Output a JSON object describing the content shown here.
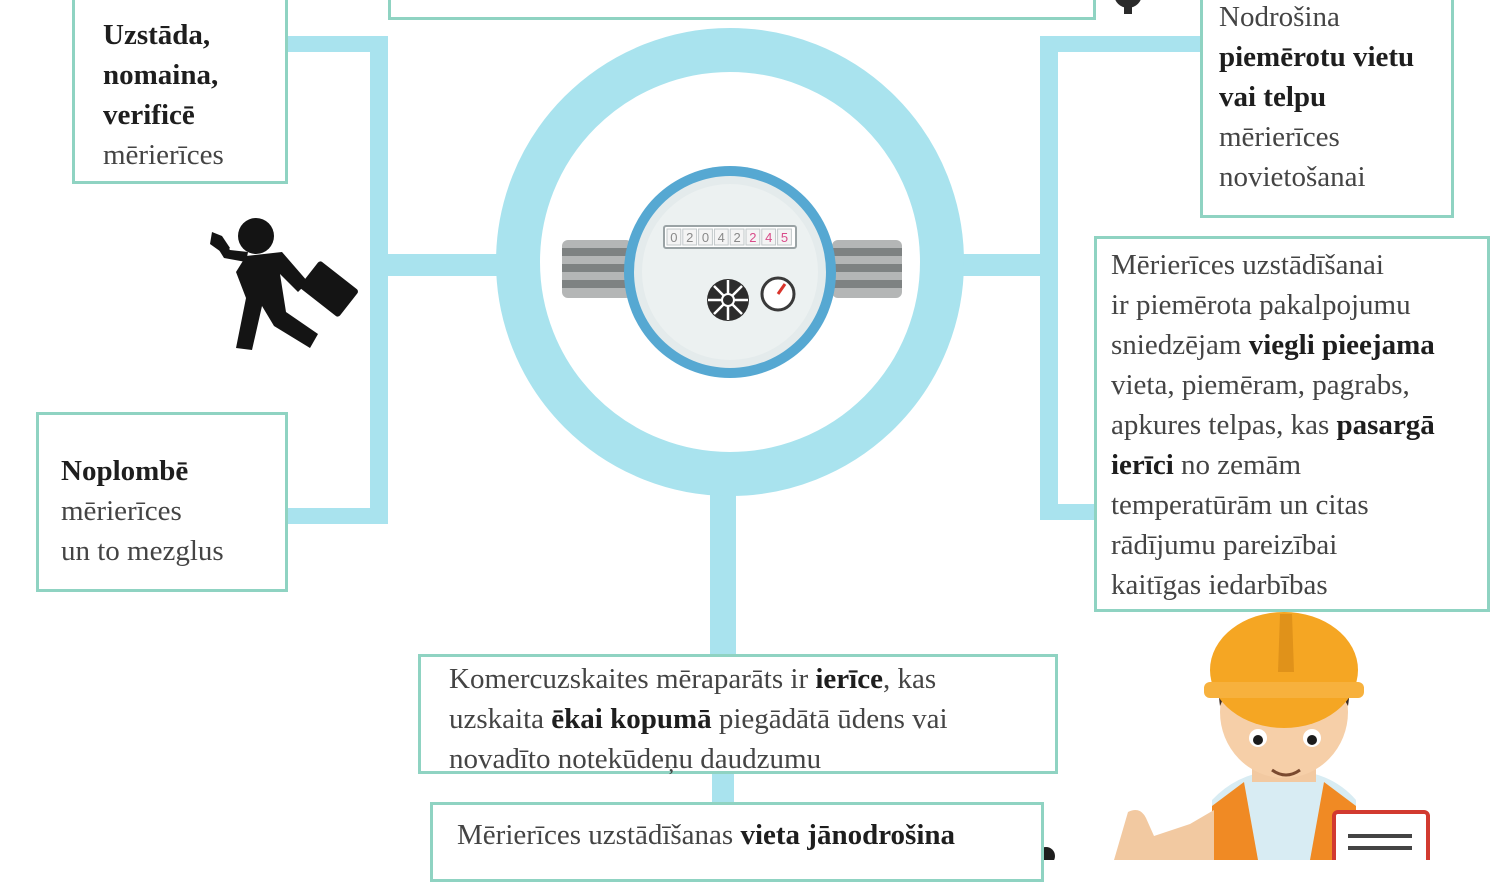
{
  "boxes": {
    "top_center": {
      "lines": [
        [
          {
            "t": "",
            "b": false
          }
        ]
      ]
    },
    "top_left": {
      "lines": [
        [
          {
            "t": "Uzstāda,",
            "b": true
          }
        ],
        [
          {
            "t": "nomaina,",
            "b": true
          }
        ],
        [
          {
            "t": "verificē",
            "b": true
          }
        ],
        [
          {
            "t": "mērierīces",
            "b": false
          }
        ]
      ]
    },
    "mid_left": {
      "lines": [
        [
          {
            "t": "Noplombē",
            "b": true
          }
        ],
        [
          {
            "t": "mērierīces",
            "b": false
          }
        ],
        [
          {
            "t": "un to mezglus",
            "b": false
          }
        ]
      ]
    },
    "top_right": {
      "lines": [
        [
          {
            "t": "Nodrošina",
            "b": false
          }
        ],
        [
          {
            "t": "piemērotu vietu",
            "b": true
          }
        ],
        [
          {
            "t": "vai telpu",
            "b": true
          }
        ],
        [
          {
            "t": "mērierīces",
            "b": false
          }
        ],
        [
          {
            "t": "novietošanai",
            "b": false
          }
        ]
      ]
    },
    "mid_right": {
      "lines": [
        [
          {
            "t": "Mērierīces uzstādīšanai",
            "b": false
          }
        ],
        [
          {
            "t": "ir piemērota pakalpojumu",
            "b": false
          }
        ],
        [
          {
            "t": "sniedzējam ",
            "b": false
          },
          {
            "t": "viegli pieejama",
            "b": true
          }
        ],
        [
          {
            "t": "vieta, piemēram, pagrabs,",
            "b": false
          }
        ],
        [
          {
            "t": "apkures telpas, kas ",
            "b": false
          },
          {
            "t": "pasargā",
            "b": true
          }
        ],
        [
          {
            "t": "ierīci",
            "b": true
          },
          {
            "t": " no zemām",
            "b": false
          }
        ],
        [
          {
            "t": "temperatūrām un citas",
            "b": false
          }
        ],
        [
          {
            "t": "rādījumu pareizībai",
            "b": false
          }
        ],
        [
          {
            "t": "kaitīgas iedarbības",
            "b": false
          }
        ]
      ]
    },
    "bottom_center": {
      "lines": [
        [
          {
            "t": "Komercuzskaites mēraparāts ir ",
            "b": false
          },
          {
            "t": "ierīce",
            "b": true
          },
          {
            "t": ", kas",
            "b": false
          }
        ],
        [
          {
            "t": "uzskaita ",
            "b": false
          },
          {
            "t": "ēkai kopumā",
            "b": true
          },
          {
            "t": " piegādātā ūdens vai",
            "b": false
          }
        ],
        [
          {
            "t": "novadīto notekūdeņu daudzumu",
            "b": false
          }
        ]
      ]
    },
    "bottom_partial": {
      "lines": [
        [
          {
            "t": "Mērierīces uzstādīšanas ",
            "b": false
          },
          {
            "t": "vieta jānodrošina",
            "b": true
          }
        ]
      ]
    }
  },
  "meter": {
    "digits": [
      "0",
      "2",
      "0",
      "4",
      "2",
      "2",
      "4",
      "5"
    ],
    "digit_colors": [
      "#8a8a8a",
      "#8a8a8a",
      "#8a8a8a",
      "#8a8a8a",
      "#8a8a8a",
      "#d94c8a",
      "#d94c8a",
      "#d94c8a"
    ]
  },
  "colors": {
    "connector": "#a9e3ee",
    "box_border": "#8fd3c2",
    "ring": "#a9e3ee",
    "helmet": "#f5a623",
    "vest": "#f08a24"
  },
  "icons": {
    "worker": "worker-with-wrench-icon",
    "vandal": "vandal-with-bat-icon",
    "gear": "gear-icon",
    "meter": "water-meter-icon",
    "engineer": "engineer-with-helmet-icon"
  }
}
